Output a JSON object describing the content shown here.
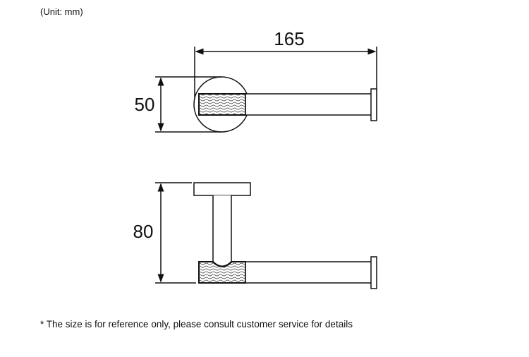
{
  "unit_label": "(Unit: mm)",
  "dimensions": {
    "length": "165",
    "diameter": "50",
    "height": "80"
  },
  "note": "* The size is for reference only, please consult customer service for details"
}
